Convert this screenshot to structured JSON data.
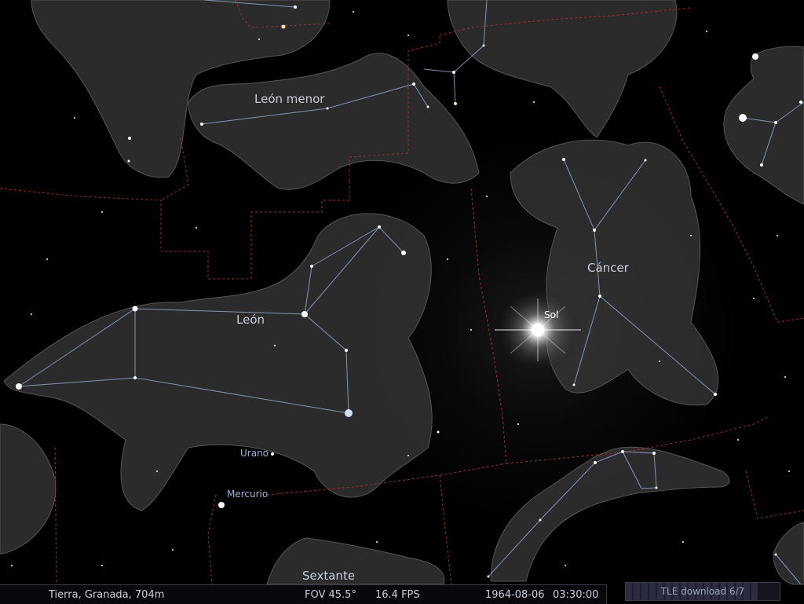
{
  "constellations": {
    "leon_menor": "León menor",
    "leon": "León",
    "cancer": "Cáncer",
    "sextante": "Sextante"
  },
  "planets": {
    "sol": "Sol",
    "urano": "Urano",
    "mercurio": "Mercurio"
  },
  "status_bar": {
    "location": "Tierra, Granada, 704m",
    "fov": "FOV 45.5°",
    "fps": "16.4 FPS",
    "date": "1964-08-06",
    "time": "03:30:00"
  },
  "tle_download": {
    "label": "TLE download 6/7",
    "progress": 0.857
  },
  "colors": {
    "sky": "#000000",
    "art": "#3a3a3a",
    "lines": "#8ea0c4",
    "boundaries": "#a0303a",
    "labels": "#c8cfd9"
  }
}
